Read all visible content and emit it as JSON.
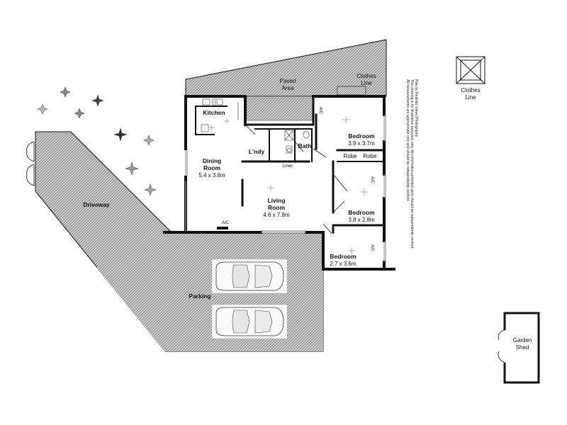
{
  "rooms": {
    "paved_area": [
      "Paved",
      "Area"
    ],
    "clothes_line_a": [
      "Clothes",
      "Line"
    ],
    "clothes_line_b": [
      "Clothes",
      "Line"
    ],
    "kitchen": "Kitchen",
    "laundry": "L'ndy",
    "bath": "Bath",
    "linen": "Linen",
    "dining": [
      "Dining",
      "Room",
      "5.4 x 3.6m"
    ],
    "living": [
      "Living",
      "Room",
      "4.6 x 7.8m"
    ],
    "bedroom1": [
      "Bedroom",
      "3.9 x 3.7m"
    ],
    "bedroom2": [
      "Bedroom",
      "3.8 x 2.8m"
    ],
    "bedroom3": [
      "Bedroom",
      "2.7 x 3.6m"
    ],
    "robe": "Robe",
    "ac": "A/C",
    "driveway": "Driveway",
    "parking": "Parking",
    "garden_shed": [
      "Garden",
      "Shed"
    ]
  },
  "disclaimer": [
    "All measurements are approximate only and should be independently verified.",
    "This drawing is for illustration purposes only. No information provided upon should be independently verified.",
    "Plan by Realistic Views Photography"
  ],
  "colors": {
    "wall": "#111111",
    "hatch": "#6b6b6b",
    "hatch_bg": "#cfcfcf",
    "window": "#9a9a9a"
  }
}
